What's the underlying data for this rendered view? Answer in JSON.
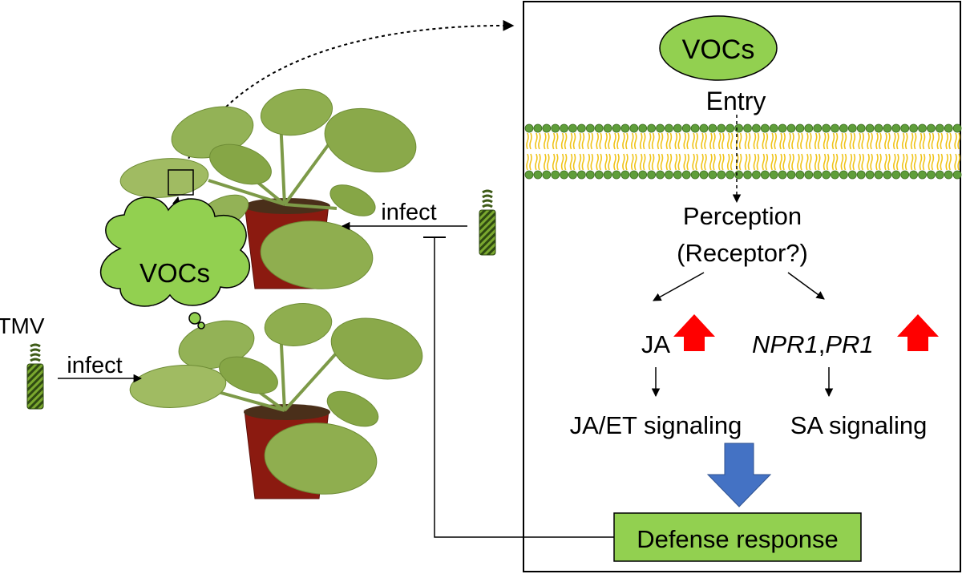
{
  "labels": {
    "tmv": "TMV",
    "infect_left": "infect",
    "infect_right": "infect",
    "vocs_cloud": "VOCs",
    "vocs_ellipse": "VOCs",
    "entry": "Entry",
    "perception": "Perception",
    "receptor": "(Receptor?)",
    "ja": "JA",
    "npr1": "NPR1",
    "comma": ",",
    "pr1": "PR1",
    "ja_et_signaling": "JA/ET signaling",
    "sa_signaling": "SA signaling",
    "defense_response": "Defense response"
  },
  "colors": {
    "green_fill": "#92d050",
    "leaf": "#8fae4f",
    "leaf_dark": "#6e8c35",
    "pot": "#8b1a10",
    "membrane_head": "#5f9e3a",
    "membrane_tail": "#f0c419",
    "up_arrow": "#ff0000",
    "big_arrow": "#4472c4"
  },
  "icons": [
    "tmv-virus-icon",
    "plant-icon",
    "thought-cloud-icon",
    "lipid-bilayer-icon",
    "up-arrow-icon"
  ]
}
